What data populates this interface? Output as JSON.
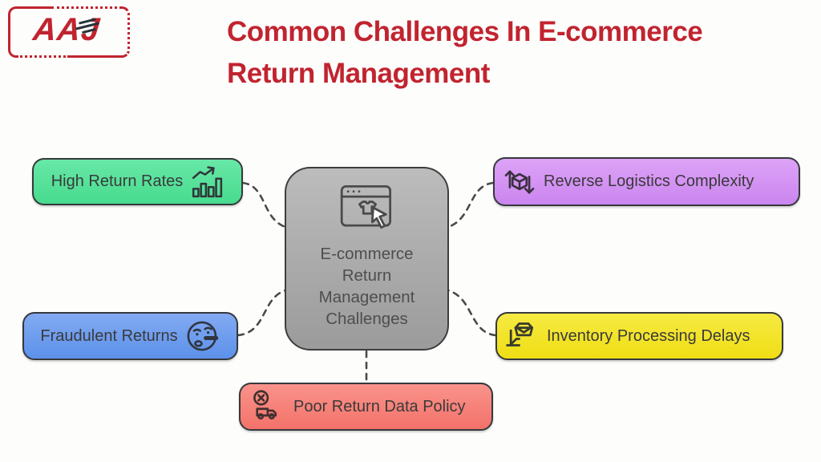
{
  "brand": {
    "logo_text": "AAJ",
    "logo_color": "#C1242F"
  },
  "title": {
    "line1": "Common Challenges In E-commerce",
    "line2": "Return Management",
    "color": "#C1242F"
  },
  "center": {
    "label_lines": [
      "E-commerce",
      "Return",
      "Management",
      "Challenges"
    ],
    "icon": "browser-return-click-icon",
    "fill_top": "#BCBCBC",
    "fill_bottom": "#9B9B9B",
    "border": "#3E3E3E",
    "text_color": "#4E4E4E"
  },
  "nodes": [
    {
      "id": "high-return-rates",
      "label": "High Return Rates",
      "icon": "chart-increase-icon",
      "fill": "#55E29A",
      "position": "top-left"
    },
    {
      "id": "reverse-logistics-complexity",
      "label": "Reverse Logistics Complexity",
      "icon": "cube-arrows-icon",
      "fill": "#D494F4",
      "position": "top-right"
    },
    {
      "id": "fraudulent-returns",
      "label": "Fraudulent Returns",
      "icon": "lying-face-icon",
      "fill": "#6B9BEE",
      "position": "mid-left"
    },
    {
      "id": "inventory-processing-delays",
      "label": "Inventory Processing Delays",
      "icon": "package-trolley-icon",
      "fill": "#F2E126",
      "position": "mid-right"
    },
    {
      "id": "poor-return-data-policy",
      "label": "Poor Return Data Policy",
      "icon": "truck-cancel-icon",
      "fill": "#F5817A",
      "position": "bottom-center"
    }
  ],
  "connectors": {
    "color": "#4A4A4A",
    "style": "dashed",
    "count": 5
  }
}
